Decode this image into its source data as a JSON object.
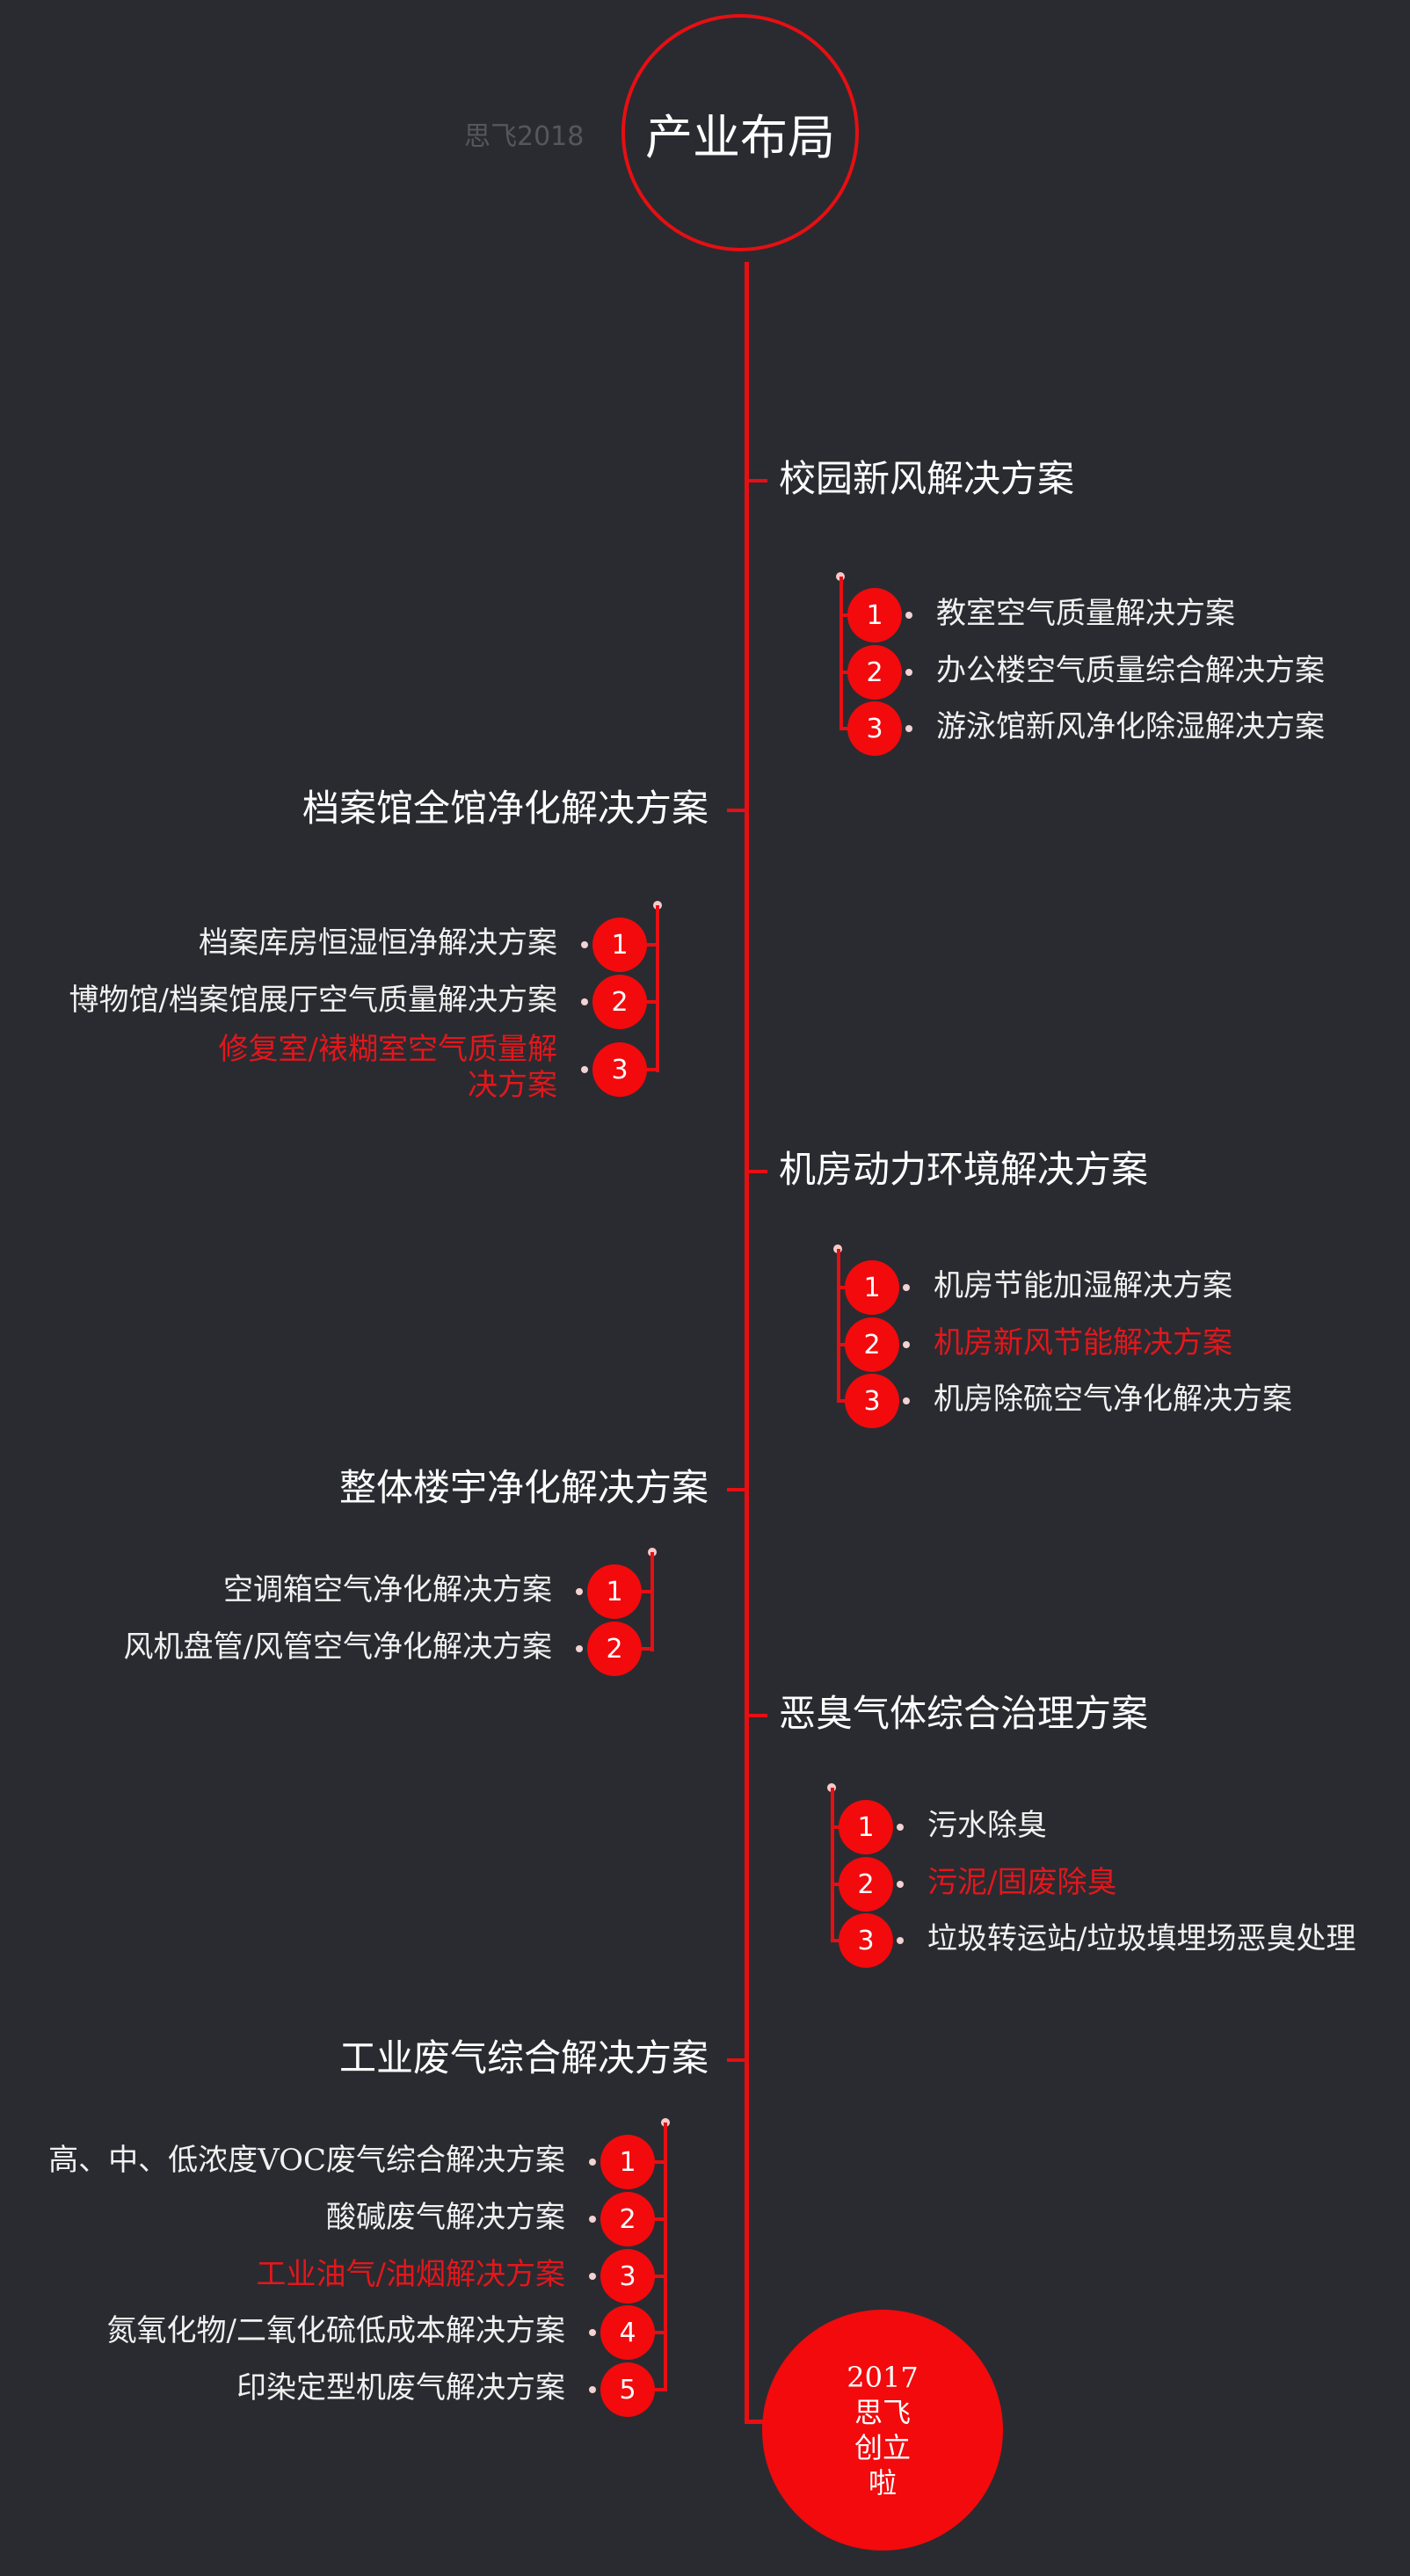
{
  "header": {
    "title": "产业布局",
    "watermark": "思飞2018"
  },
  "sections": [
    {
      "title": "校园新风解决方案",
      "items": [
        "教室空气质量解决方案",
        "办公楼空气质量综合解决方案",
        "游泳馆新风净化除湿解决方案"
      ]
    },
    {
      "title": "档案馆全馆净化解决方案",
      "items": [
        "档案库房恒湿恒净解决方案",
        "博物馆/档案馆展厅空气质量解决方案",
        "修复室/裱糊室空气质量解决方案"
      ],
      "item3_line1": "修复室/裱糊室空气质量解",
      "item3_line2": "决方案"
    },
    {
      "title": "机房动力环境解决方案",
      "items": [
        "机房节能加湿解决方案",
        "机房新风节能解决方案",
        "机房除硫空气净化解决方案"
      ]
    },
    {
      "title": "整体楼宇净化解决方案",
      "items": [
        "空调箱空气净化解决方案",
        "风机盘管/风管空气净化解决方案"
      ]
    },
    {
      "title": "恶臭气体综合治理方案",
      "items": [
        "污水除臭",
        "污泥/固废除臭",
        "垃圾转运站/垃圾填埋场恶臭处理"
      ]
    },
    {
      "title": "工业废气综合解决方案",
      "items": [
        "高、中、低浓度VOC废气综合解决方案",
        "酸碱废气解决方案",
        "工业油气/油烟解决方案",
        "氮氧化物/二氧化硫低成本解决方案",
        "印染定型机废气解决方案"
      ]
    }
  ],
  "numbers": [
    "1",
    "2",
    "3",
    "4",
    "5"
  ],
  "footer": {
    "line1": "2017",
    "line2": "思飞",
    "line3": "创立",
    "line4": "啦"
  },
  "colors": {
    "accent": "#e60f13",
    "background": "#2a2b30",
    "highlight_text": "#e2171c"
  }
}
